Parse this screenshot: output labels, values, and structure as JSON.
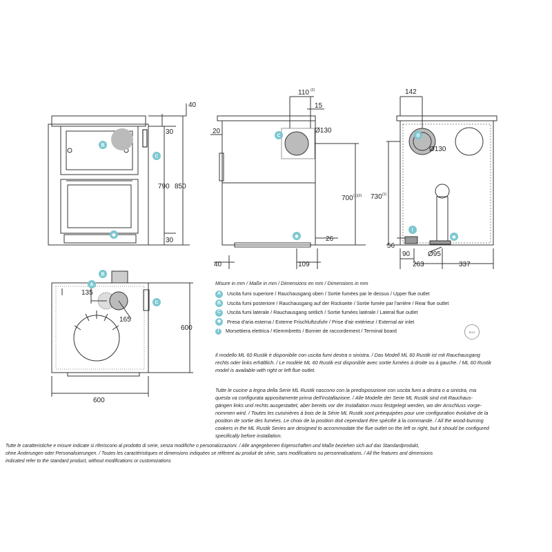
{
  "dimensions": {
    "front": {
      "d40": "40",
      "d30_top": "30",
      "d790": "790",
      "d850": "850",
      "d30_bottom": "30"
    },
    "side": {
      "d110": "110",
      "d110_sup": "(2)",
      "d15": "15",
      "d20": "20",
      "d130": "Ø130",
      "d700": "700",
      "d700_sup": "(1)(2)",
      "d26": "26",
      "d40": "40",
      "d109": "109"
    },
    "back": {
      "d142": "142",
      "d130": "Ø130",
      "d730": "730",
      "d730_sup": "(1)",
      "d56": "56",
      "d90": "90",
      "d95": "Ø95",
      "d263": "263",
      "d337": "337"
    },
    "top": {
      "d135": "135",
      "d165": "165",
      "d600_h": "600",
      "d600_w": "600"
    }
  },
  "badges": {
    "A": "A",
    "B": "B",
    "C": "C",
    "star": "✱",
    "terminal": "!"
  },
  "legend": {
    "title": "Misure in mm / Maße in mm / Dimensions en mm / Dimensions in mm",
    "items": [
      {
        "icon": "A",
        "text": "Uscita fumi superiore / Rauchausgang oben / Sortie fumées par le dessus / Upper flue outlet"
      },
      {
        "icon": "B",
        "text": "Uscita fumi posteriore / Rauchausgang auf der Rückseite / Sortie fumée par l'arrière / Rear flue outlet"
      },
      {
        "icon": "C",
        "text": "Uscita fumi laterale / Rauchausgang seitlich / Sortie fumées latérale / Lateral flue outlet"
      },
      {
        "icon": "✱",
        "text": "Presa d'aria esterna / Externe Frischluftzufuhr / Prise d'air extérieur / External air inlet"
      },
      {
        "icon": "!",
        "text": "Morsettiera elettrica / Klemmbretts / Bornier de raccordement / Terminal board"
      }
    ]
  },
  "eco_badge": "ECO",
  "paragraph1": [
    "Il modello ML 60 Rustik è disponibile con uscita fumi destra o sinistra. / Das Modell ML 60 Rustik ist mit Rauchausgang",
    "rechts oder links erhältlich. / Le modèle ML 60 Rustik est disponible avec sortie fumées à droite ou à gauche. / ML 60 Rustik",
    "model is available with right or left flue outlet."
  ],
  "paragraph2": [
    "Tutte le cucine a legna della Serie ML Rustik nascono con la predisposizione con uscita fumi a destra o a sinistra, ma",
    "questa va configurata appositamente prima dell'installazione. / Alle Modelle der Serie ML Rustik sind mit Rauchaus-",
    "gängen links und rechts ausgestattet, aber bereits vor der Installation muss festgelegt werden, wo der Anschluss vorge-",
    "nommen wird. / Toutes les cuisinières à bois de la Série ML Rustik sont préequipées pour une configuration évolutive de la",
    "position de sortie des fumées. Le choix de la position doit cependant être spécifié à la commande. / All the wood-burning",
    "cookers in the ML Rustik Series are designed to accommodate the flue outlet on the left or right, but it should be configured",
    "specifically before installation."
  ],
  "footer": [
    "Tutte le caratteristiche e misure indicate si riferiscono al prodotto di serie, senza modifiche o personalizzazioni. / Alle angegebenen Eigenschaften und Maße beziehen sich auf das Standardprodukt,",
    "ohne Änderungen oder Personalisierungen. / Toutes les caractéristiques et dimensions indiquées se réfèrent au produit de série, sans modifications ou personnalisations. / All the features and dimensions",
    "indicated refer to the standard product, without modifications or customizations"
  ],
  "colors": {
    "badge": "#7cc7d0",
    "line": "#333333",
    "flue": "#bbbbbb"
  }
}
